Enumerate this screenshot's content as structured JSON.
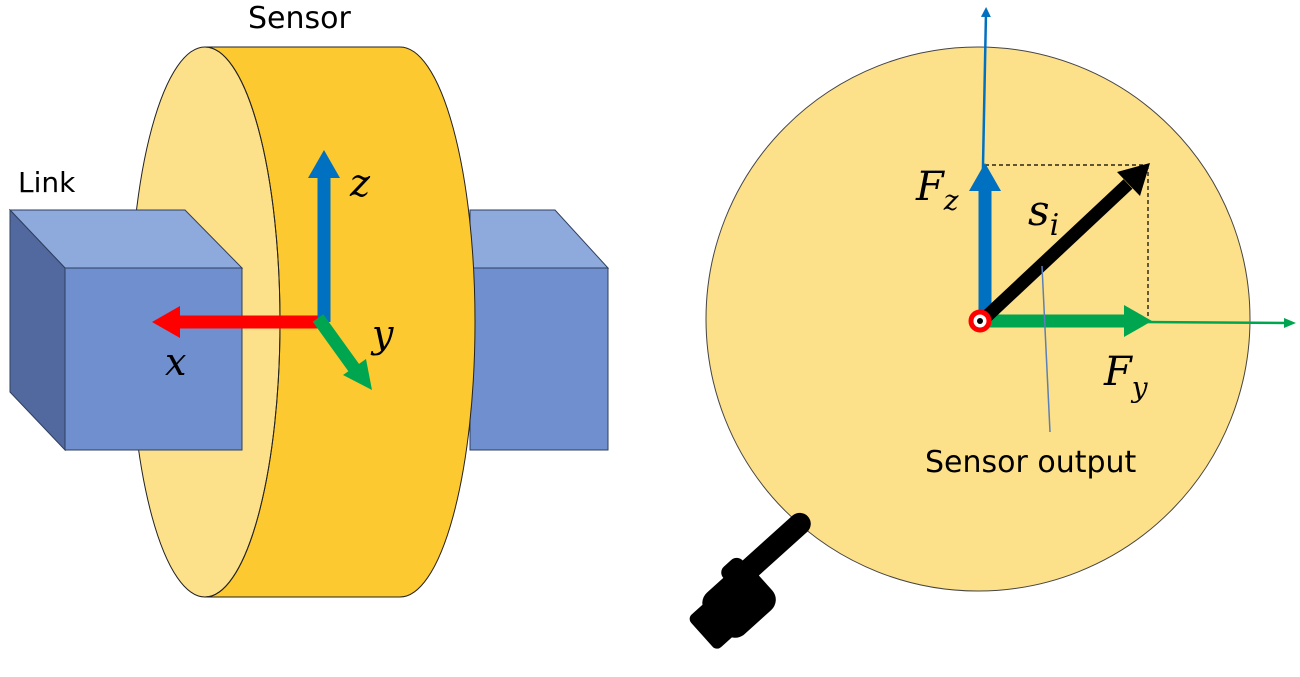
{
  "labels": {
    "sensor": "Sensor",
    "link": "Link",
    "axis_x": "x",
    "axis_y": "y",
    "axis_z": "z",
    "force_z": {
      "base": "F",
      "sub": "z"
    },
    "force_y": {
      "base": "F",
      "sub": "y"
    },
    "sensor_vector": {
      "base": "s",
      "sub": "i"
    },
    "sensor_output": "Sensor output"
  },
  "colors": {
    "link_front": "#6f8fcf",
    "link_top": "#8ea9dc",
    "link_side": "#52699f",
    "sensor_face": "#fde08a",
    "sensor_band": "#fdc930",
    "axis_x": "#ff0000",
    "axis_y": "#00a64f",
    "axis_z": "#0070c0",
    "result_vector": "#000000",
    "origin_ring": "#ff0000"
  },
  "icons": {
    "pointer": "pointing-hand-icon"
  }
}
